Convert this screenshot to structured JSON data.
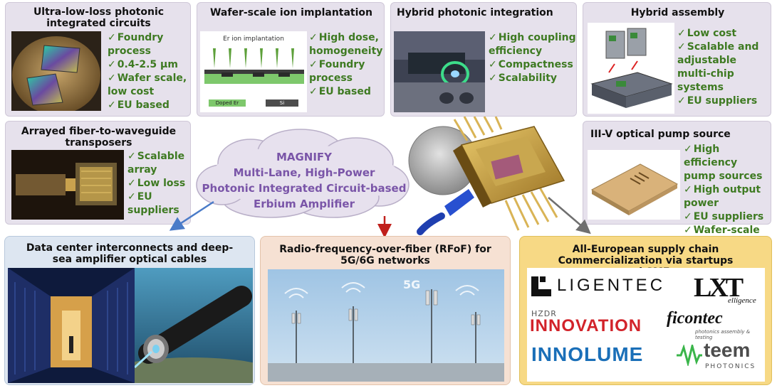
{
  "panels": {
    "ulp": {
      "title": "Ultra-low-loss photonic integrated circuits",
      "checks": [
        "Foundry process",
        "0.4-2.5 µm",
        "Wafer scale, low cost",
        "EU based"
      ]
    },
    "wafer": {
      "title": "Wafer-scale ion implantation",
      "diagram_label": "Er ion implantation",
      "legend_doped": "Doped Er",
      "legend_si": "Si",
      "checks": [
        "High dose, homogeneity",
        "Foundry process",
        "EU based"
      ]
    },
    "hybrid_int": {
      "title": "Hybrid photonic integration",
      "checks": [
        "High coupling efficiency",
        "Compactness",
        "Scalability"
      ]
    },
    "hybrid_asm": {
      "title": "Hybrid assembly",
      "checks": [
        "Low cost",
        "Scalable and adjustable multi-chip systems",
        "EU suppliers"
      ]
    },
    "arrayed": {
      "title": "Arrayed fiber-to-waveguide transposers",
      "checks": [
        "Scalable array",
        "Low loss",
        "EU suppliers"
      ]
    },
    "pump": {
      "title": "III-V optical pump source",
      "checks": [
        "High efficiency pump sources",
        "High output power",
        "EU suppliers",
        "Wafer-scale"
      ]
    }
  },
  "cloud": {
    "line1": "MAGNIFY",
    "line2": "Multi-Lane, High-Power",
    "line3": "Photonic Integrated Circuit-based",
    "line4": "Erbium Amplifier"
  },
  "bottom": {
    "datacenter": {
      "title": "Data center interconnects and deep-sea amplifier optical cables"
    },
    "rfof": {
      "title": "Radio-frequency-over-fiber (RFoF) for 5G/6G networks",
      "tower_label": "5G"
    },
    "supply": {
      "title": "All-European supply chain Commercialization via startups and SME"
    }
  },
  "logos": {
    "ligentec": "LIGENTEC",
    "lxt_mark": "LXT",
    "lxt_sub": "elligence",
    "hzdr": "HZDR",
    "innovation": "INNOVATION",
    "ficontec": "ficontec",
    "ficontec_sub": "photonics assembly & testing",
    "innolume": "INNOLUME",
    "teem": "teem",
    "teem_sub": "PHOTONICS"
  },
  "colors": {
    "panel_bg": "#e6e1ec",
    "check_green": "#3e7a22",
    "cloud_text": "#7a55a8",
    "blue_panel": "#dde6f1",
    "peach_panel": "#f6e1d3",
    "yellow_panel": "#f7d985"
  }
}
